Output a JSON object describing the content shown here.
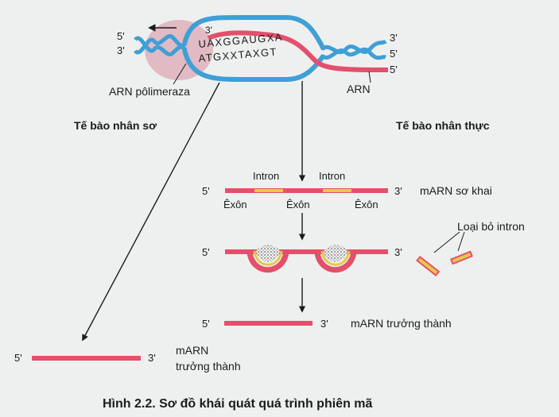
{
  "colors": {
    "dna_strand": "#3f9fd6",
    "rna": "#e3506c",
    "intron": "#e6c84a",
    "polymerase": "#dca8b4",
    "text": "#1b1b1b",
    "background": "#eef0ef"
  },
  "transcription": {
    "label_5_left": "5'",
    "label_3_left": "3'",
    "label_3_bubble": "3'",
    "rna_sequence": "UAXGGAUGXA",
    "dna_template_sequence": "ATGXXTAXGT",
    "label_3_right_top": "3'",
    "label_5_right_mid": "5'",
    "label_5_right_rna": "5'",
    "polymerase_label": "ARN pôlimeraza",
    "rna_label": "ARN"
  },
  "prokaryote": {
    "title": "Tế bào nhân sơ",
    "five_prime": "5'",
    "three_prime": "3'",
    "mrna_label_line1": "mARN",
    "mrna_label_line2": "trưởng thành"
  },
  "eukaryote": {
    "title": "Tế bào nhân thực",
    "primary": {
      "five_prime": "5'",
      "three_prime": "3'",
      "label": "mARN sơ khai",
      "intron_labels": [
        "Intron",
        "Intron"
      ],
      "exon_labels": [
        "Êxôn",
        "Êxôn",
        "Êxôn"
      ]
    },
    "splicing": {
      "five_prime": "5'",
      "three_prime": "3'",
      "removed_label": "Loại bỏ intron"
    },
    "mature": {
      "five_prime": "5'",
      "three_prime": "3'",
      "label": "mARN trưởng thành"
    }
  },
  "caption": "Hình 2.2. Sơ đồ khái quát quá trình phiên mã"
}
